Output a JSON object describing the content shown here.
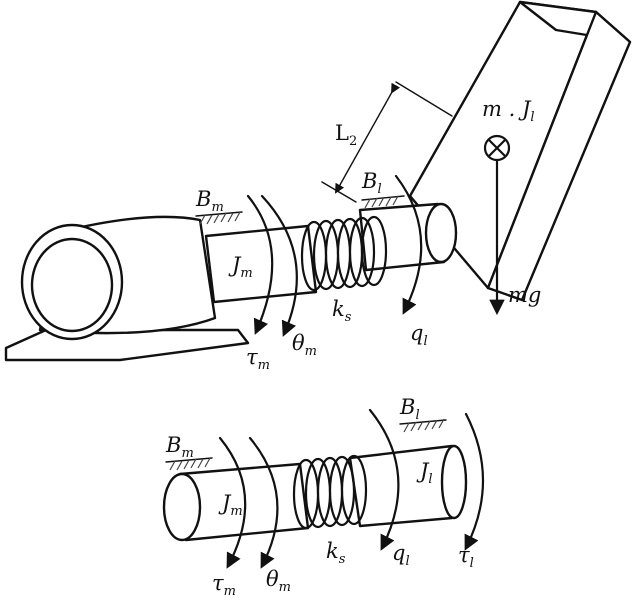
{
  "labels": {
    "top": {
      "Bm": {
        "main": "B",
        "sub": "m"
      },
      "Jm": {
        "main": "J",
        "sub": "m"
      },
      "taum": {
        "main": "τ",
        "sub": "m"
      },
      "thetam": {
        "main": "θ",
        "sub": "m"
      },
      "ks": {
        "main": "k",
        "sub": "s"
      },
      "Bl": {
        "main": "B",
        "sub": "l"
      },
      "ql": {
        "main": "q",
        "sub": "l"
      },
      "L2": {
        "main": "L",
        "sub": "2"
      },
      "m_Jl": {
        "main": "m . J",
        "sub": "l"
      },
      "mg": {
        "main": "mg"
      }
    },
    "bottom": {
      "Bm": {
        "main": "B",
        "sub": "m"
      },
      "Jm": {
        "main": "J",
        "sub": "m"
      },
      "taum": {
        "main": "τ",
        "sub": "m"
      },
      "thetam": {
        "main": "θ",
        "sub": "m"
      },
      "ks": {
        "main": "k",
        "sub": "s"
      },
      "Bl": {
        "main": "B",
        "sub": "l"
      },
      "Jl": {
        "main": "J",
        "sub": "l"
      },
      "ql": {
        "main": "q",
        "sub": "l"
      },
      "taul": {
        "main": "τ",
        "sub": "l"
      }
    }
  }
}
